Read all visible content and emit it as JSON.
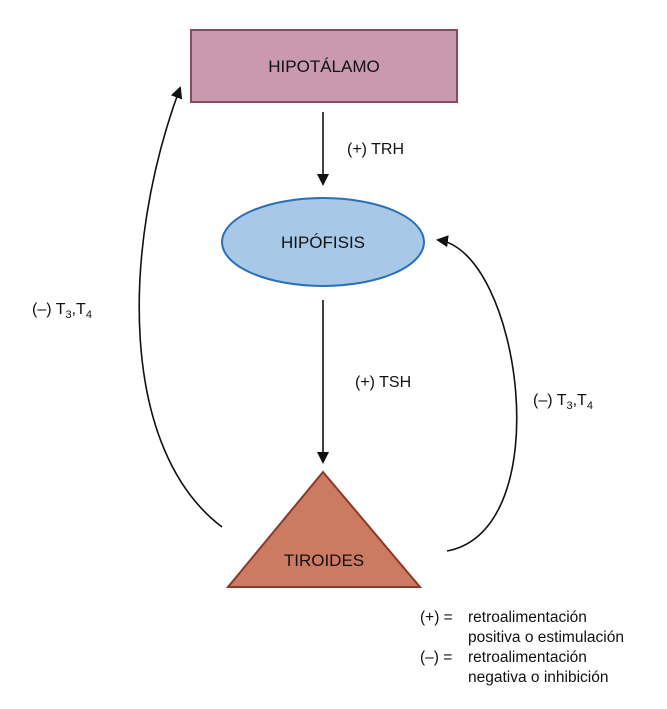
{
  "nodes": {
    "hypothalamus": {
      "label": "HIPOTÁLAMO",
      "fill": "#c99aaf",
      "stroke": "#8a4a65"
    },
    "pituitary": {
      "label": "HIPÓFISIS",
      "fill": "#a8c8e8",
      "stroke": "#2a6fb8"
    },
    "thyroid": {
      "label": "TIROIDES",
      "fill": "#cc7a62",
      "stroke": "#8a3a28"
    }
  },
  "edges": {
    "trh": {
      "label": "(+) TRH"
    },
    "tsh": {
      "label": "(+) TSH"
    },
    "left_feedback": {
      "prefix": "(–) T",
      "sub1": "3",
      "mid": ",T",
      "sub2": "4"
    },
    "right_feedback": {
      "prefix": "(–) T",
      "sub1": "3",
      "mid": ",T",
      "sub2": "4"
    }
  },
  "legend": {
    "plus_symbol": "(+) =",
    "plus_line1": "retroalimentación",
    "plus_line2": "positiva o estimulación",
    "minus_symbol": "(–) =",
    "minus_line1": "retroalimentación",
    "minus_line2": "negativa o inhibición"
  }
}
